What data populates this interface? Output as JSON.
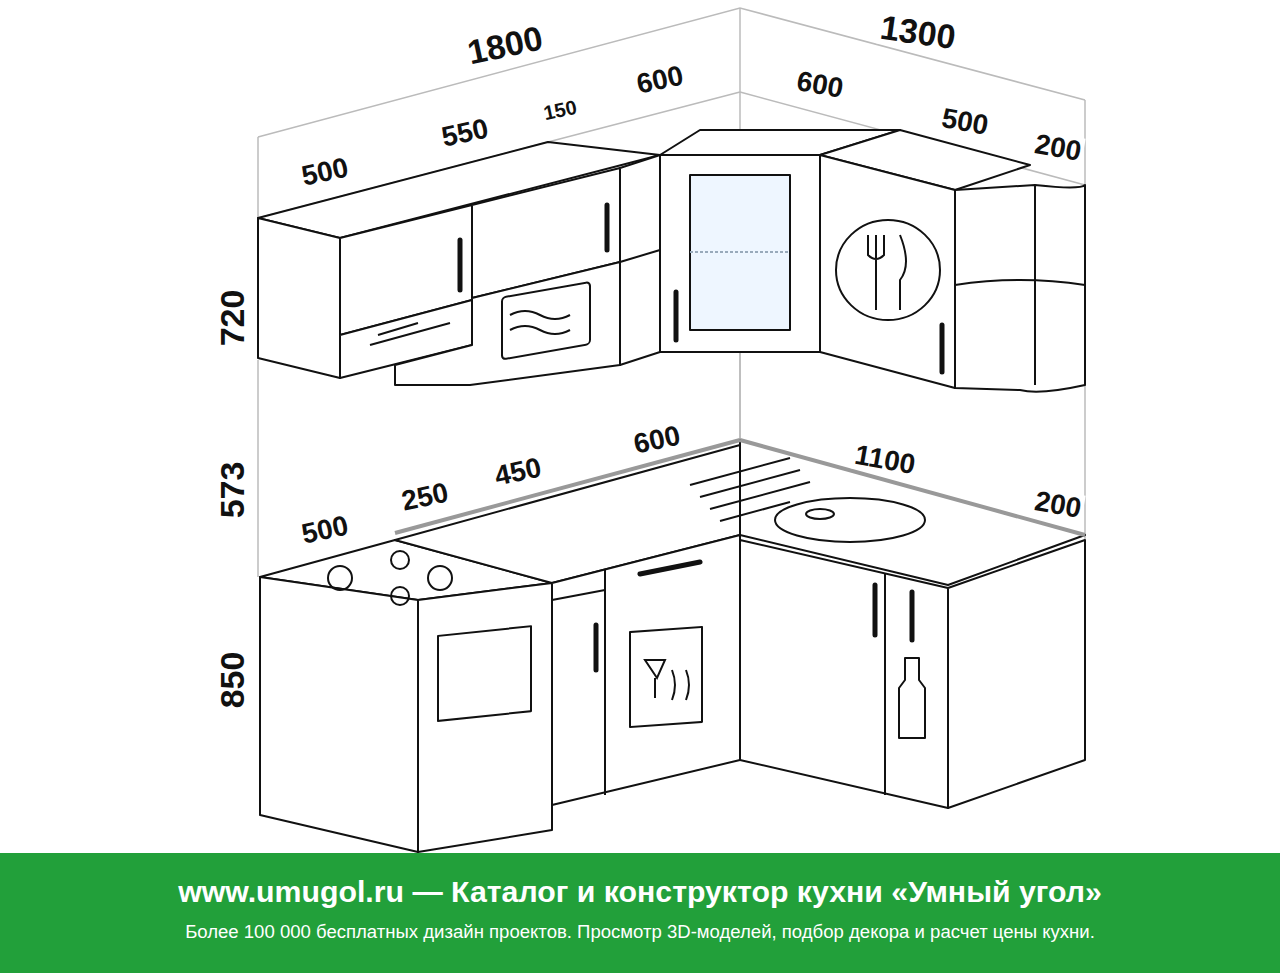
{
  "diagram": {
    "nodes": [
      {
        "text": [
          "www.umugol.ru — Каталог и конструктор кухни «Умный угол»",
          "Более 100 000 бесплатных дизайн проектов. Просмотр 3D-моделей, подбор декора и расчет цены кухни."
        ]
      }
    ],
    "labels": [
      "1800",
      "1300",
      "500",
      "550",
      "150",
      "600",
      "600",
      "500",
      "200",
      "720",
      "573",
      "850",
      "500",
      "250",
      "450",
      "600",
      "1100",
      "200"
    ]
  }
}
